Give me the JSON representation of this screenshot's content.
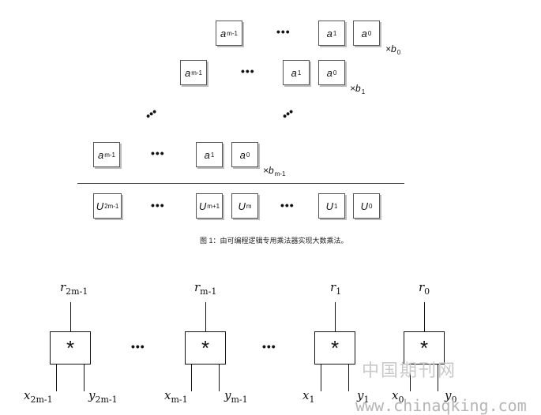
{
  "top": {
    "row0": {
      "a_m1": "a",
      "a_m1_sub": "m-1",
      "a1": "a",
      "a1_sub": "1",
      "a0": "a",
      "a0_sub": "0",
      "mult": "×b",
      "mult_sub": "0"
    },
    "row1": {
      "a_m1": "a",
      "a_m1_sub": "m-1",
      "a1": "a",
      "a1_sub": "1",
      "a0": "a",
      "a0_sub": "0",
      "mult": "×b",
      "mult_sub": "1"
    },
    "row2": {
      "a_m1": "a",
      "a_m1_sub": "m-1",
      "a1": "a",
      "a1_sub": "1",
      "a0": "a",
      "a0_sub": "0",
      "mult": "×b",
      "mult_sub": "m-1"
    },
    "result": {
      "u2m1": "U",
      "u2m1_sub": "2m-1",
      "um1": "U",
      "um1_sub": "m+1",
      "um": "U",
      "um_sub": "m",
      "u1": "U",
      "u1_sub": "1",
      "u0": "U",
      "u0_sub": "0"
    },
    "ellipsis": "•••",
    "caption": "图 1：由可编程逻辑专用乘法器实现大数乘法。"
  },
  "bottom": {
    "gate_symbol": "*",
    "ellipsis": "•••",
    "gates": [
      {
        "r": "r",
        "r_sub": "2m-1",
        "x": "x",
        "x_sub": "2m-1",
        "y": "y",
        "y_sub": "2m-1"
      },
      {
        "r": "r",
        "r_sub": "m-1",
        "x": "x",
        "x_sub": "m-1",
        "y": "y",
        "y_sub": "m-1"
      },
      {
        "r": "r",
        "r_sub": "1",
        "x": "x",
        "x_sub": "1",
        "y": "y",
        "y_sub": "1"
      },
      {
        "r": "r",
        "r_sub": "0",
        "x": "x",
        "x_sub": "0",
        "y": "y",
        "y_sub": "0"
      }
    ]
  },
  "watermark": {
    "cn": "中国期刊网",
    "url": "www.chinaqking.com"
  }
}
